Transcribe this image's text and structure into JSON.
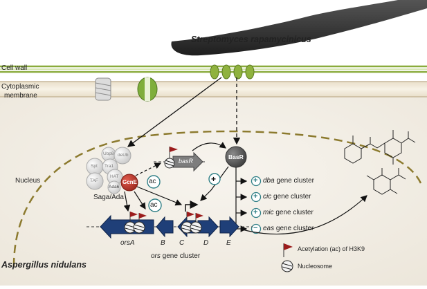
{
  "organisms": {
    "bacterium": "Streptomyces rapamycinicus",
    "fungus": "Aspergillus nidulans"
  },
  "compartments": {
    "cell_wall": "Cell wall",
    "membrane_line1": "Cytoplasmic",
    "membrane_line2": "membrane",
    "nucleus": "Nucleus"
  },
  "saga": {
    "label": "Saga/Ada",
    "subunits": [
      "Ubp8",
      "deUb",
      "Spt",
      "Tra1",
      "HAT",
      "TAF",
      "Ada6"
    ],
    "gcne": "GcnE"
  },
  "marks": {
    "ac": "ac",
    "plus": "+",
    "minus": "−"
  },
  "basr": {
    "gene": "basR",
    "protein": "BasR"
  },
  "targets": [
    {
      "sign": "+",
      "gene": "dba",
      "suffix": " gene cluster"
    },
    {
      "sign": "+",
      "gene": "cic",
      "suffix": " gene cluster"
    },
    {
      "sign": "+",
      "gene": "mic",
      "suffix": " gene cluster"
    },
    {
      "sign": "−",
      "gene": "eas",
      "suffix": " gene cluster"
    }
  ],
  "cluster": {
    "genes": [
      "orsA",
      "B",
      "C",
      "D",
      "E"
    ],
    "name_gene": "ors",
    "name_suffix": " gene cluster"
  },
  "legend": {
    "acetylation": "Acetylation (ac) of H3K9",
    "nucleosome": "Nucleosome"
  },
  "colors": {
    "wall_green": "#8aab3c",
    "gene_arrow": "#1f3f78",
    "flag": "#9b1c1c",
    "gcne": "#c0392b",
    "teal": "#2f7f86",
    "nucleus_dash": "#8c7a2e"
  }
}
